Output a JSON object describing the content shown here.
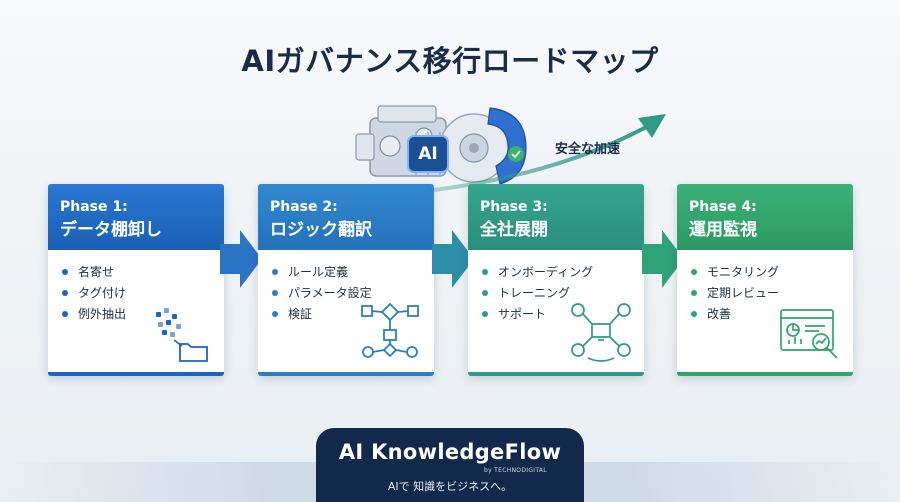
{
  "title": "AIガバナンス移行ロードマップ",
  "badge_label": "AI",
  "accelerate_label": "安全な加速",
  "phases": [
    {
      "label": "Phase 1:",
      "name": "データ棚卸し",
      "items": [
        "名寄せ",
        "タグ付け",
        "例外抽出"
      ],
      "color": "#1a66c0",
      "icon": "folder-data-icon"
    },
    {
      "label": "Phase 2:",
      "name": "ロジック翻訳",
      "items": [
        "ルール定義",
        "パラメータ設定",
        "検証"
      ],
      "color": "#2a7fc4",
      "icon": "flowchart-icon"
    },
    {
      "label": "Phase 3:",
      "name": "全社展開",
      "items": [
        "オンボーディング",
        "トレーニング",
        "サポート"
      ],
      "color": "#2f9a86",
      "icon": "network-users-icon"
    },
    {
      "label": "Phase 4:",
      "name": "運用監視",
      "items": [
        "モニタリング",
        "定期レビュー",
        "改善"
      ],
      "color": "#2fa56c",
      "icon": "dashboard-monitor-icon"
    }
  ],
  "footer": {
    "brand": "AI KnowledgeFlow",
    "byline": "by TECHNODIGITAL",
    "tagline": "AIで 知識をビジネスへ。"
  }
}
